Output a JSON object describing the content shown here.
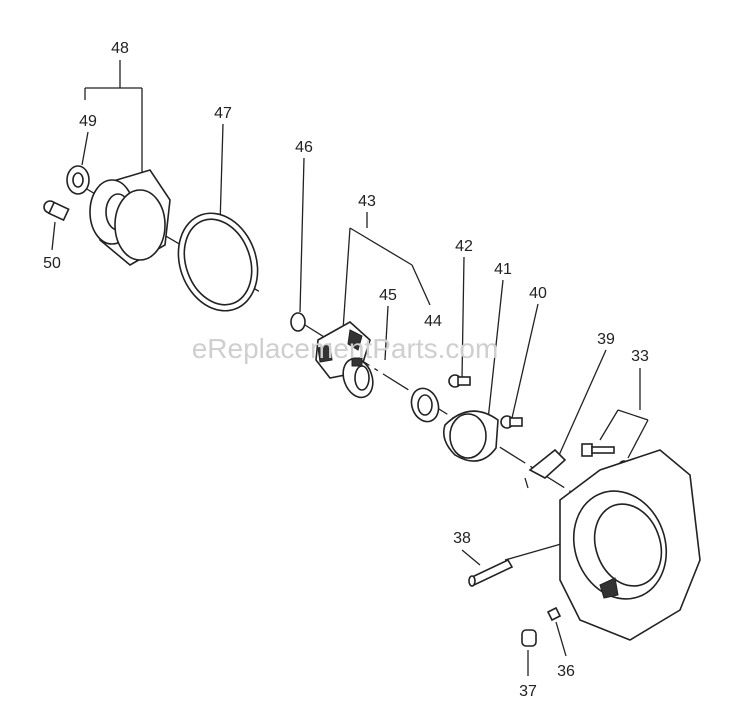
{
  "watermark": "eReplacementParts.com",
  "callouts": {
    "p33": "33",
    "p36": "36",
    "p37": "37",
    "p38": "38",
    "p39": "39",
    "p40": "40",
    "p41": "41",
    "p42": "42",
    "p43": "43",
    "p44": "44",
    "p45": "45",
    "p46": "46",
    "p47": "47",
    "p48": "48",
    "p49": "49",
    "p50": "50"
  }
}
